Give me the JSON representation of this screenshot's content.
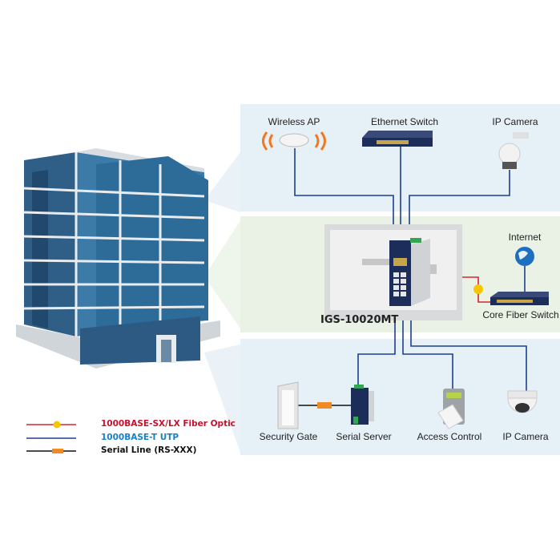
{
  "colors": {
    "fiber": "#d7262e",
    "utp": "#1f3f8f",
    "serial": "#111111",
    "utp_legend_text": "#1a7fc4",
    "fiber_legend_text": "#c8102e",
    "panel_blue": "#e6f0f7",
    "panel_green": "#e9f2e4"
  },
  "top_devices": [
    {
      "label": "Wireless AP",
      "icon": "wireless-ap-icon"
    },
    {
      "label": "Ethernet Switch",
      "icon": "ethernet-switch-icon"
    },
    {
      "label": "IP Camera",
      "icon": "ptz-camera-icon"
    }
  ],
  "middle": {
    "model": "IGS-10020MT",
    "internet_label": "Internet",
    "core_label": "Core Fiber Switch"
  },
  "bottom_devices": [
    {
      "label": "Security Gate",
      "icon": "security-gate-icon"
    },
    {
      "label": "Serial Server",
      "icon": "serial-server-icon"
    },
    {
      "label": "Access Control",
      "icon": "access-control-icon"
    },
    {
      "label": "IP Camera",
      "icon": "dome-camera-icon"
    }
  ],
  "legend": [
    {
      "label": "1000BASE-SX/LX Fiber Optic",
      "type": "fiber"
    },
    {
      "label": "1000BASE-T UTP",
      "type": "utp"
    },
    {
      "label": "Serial Line (RS-XXX)",
      "type": "serial"
    }
  ]
}
